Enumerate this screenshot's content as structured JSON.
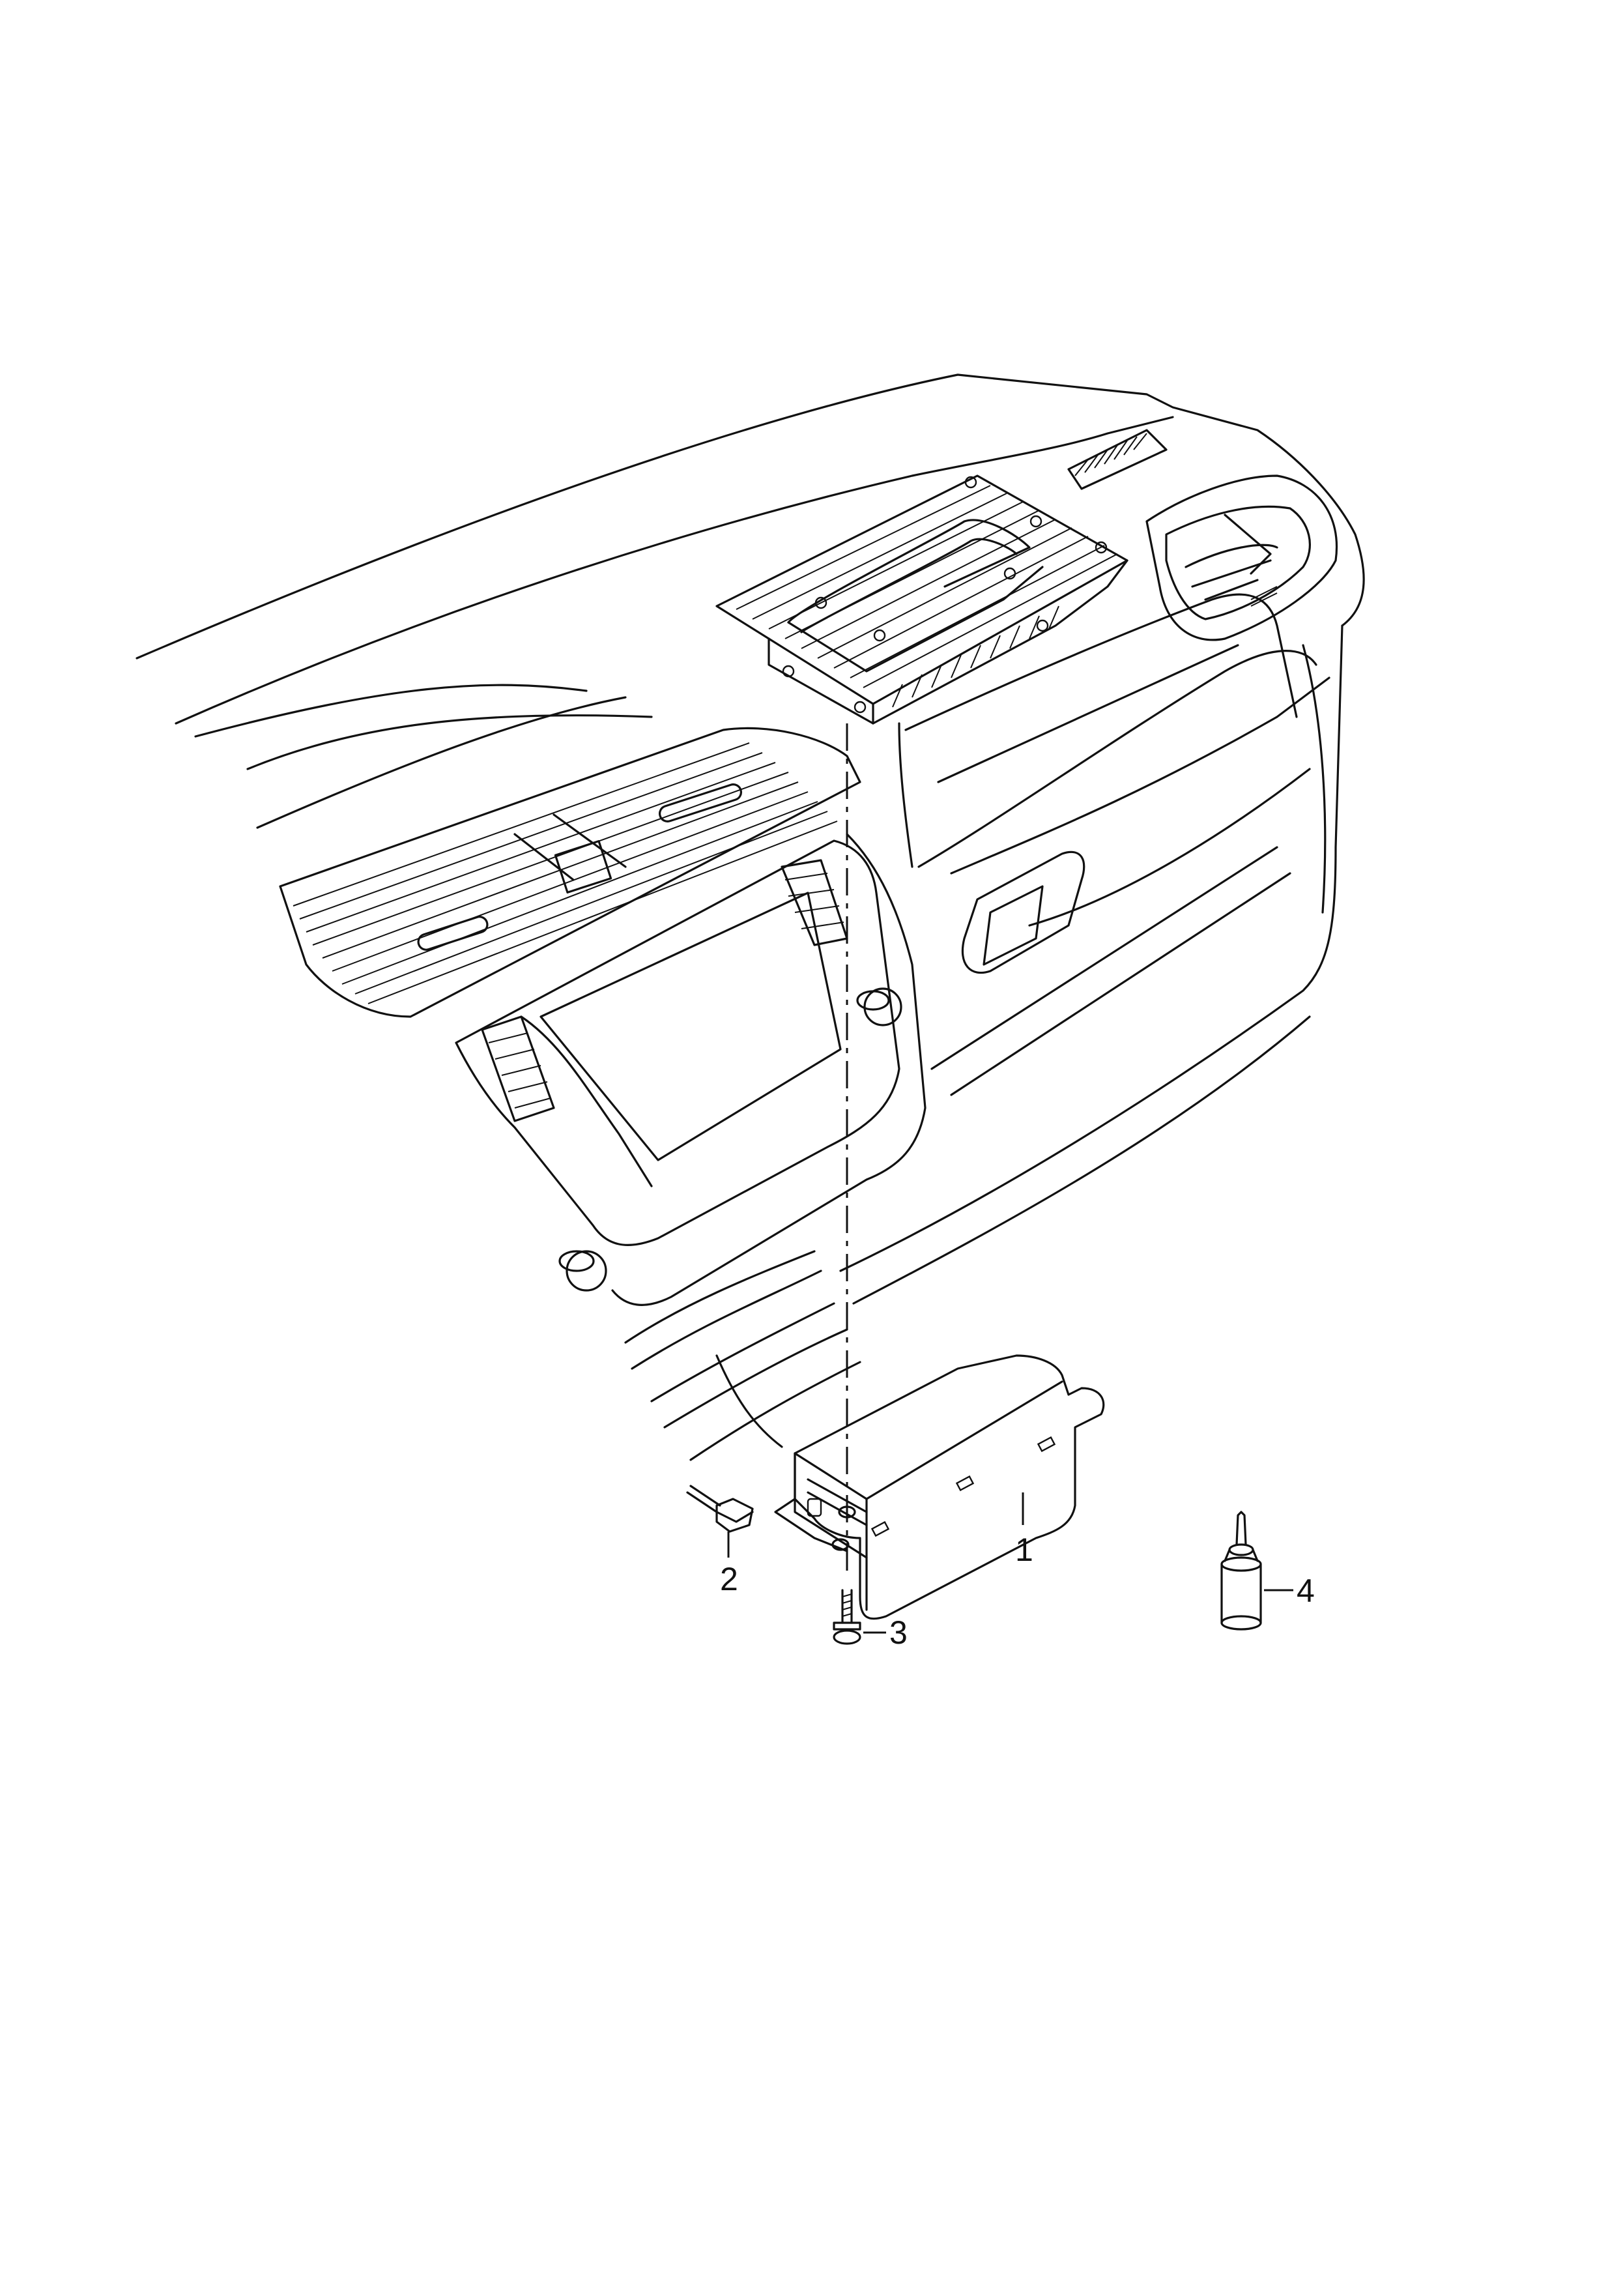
{
  "diagram": {
    "callouts": [
      {
        "id": "1",
        "label": "1",
        "part": "control-unit"
      },
      {
        "id": "2",
        "label": "2",
        "part": "connector"
      },
      {
        "id": "3",
        "label": "3",
        "part": "screw"
      },
      {
        "id": "4",
        "label": "4",
        "part": "lubricant-bottle"
      }
    ]
  }
}
